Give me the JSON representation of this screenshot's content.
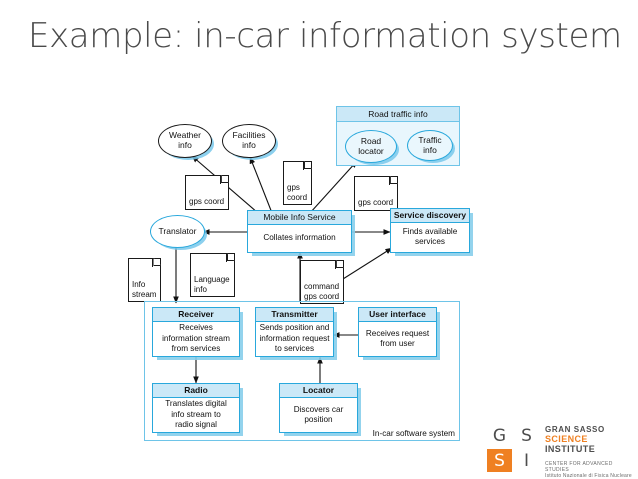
{
  "slide": {
    "title": "Example: in-car information system"
  },
  "diagram": {
    "external_services": [
      {
        "id": "weather",
        "label": "Weather\ninfo"
      },
      {
        "id": "facilities",
        "label": "Facilities\ninfo"
      }
    ],
    "road_traffic_group": {
      "title": "Road traffic info",
      "nodes": [
        {
          "id": "road-locator",
          "label": "Road\nlocator"
        },
        {
          "id": "traffic-info",
          "label": "Traffic\ninfo"
        }
      ]
    },
    "translator": {
      "label": "Translator"
    },
    "mobile_info_service": {
      "header": "Mobile Info Service",
      "body": "Collates information"
    },
    "service_discovery": {
      "header": "Service discovery",
      "body": "Finds available\nservices"
    },
    "in_car_system": {
      "label": "In-car software system",
      "components": [
        {
          "id": "receiver",
          "header": "Receiver",
          "body": "Receives\ninformation stream\nfrom services"
        },
        {
          "id": "transmitter",
          "header": "Transmitter",
          "body": "Sends position and\ninformation request\nto services"
        },
        {
          "id": "user-interface",
          "header": "User interface",
          "body": "Receives request\nfrom user"
        },
        {
          "id": "radio",
          "header": "Radio",
          "body": "Translates digital\ninfo stream to\nradio signal"
        },
        {
          "id": "locator",
          "header": "Locator",
          "body": "Discovers car\nposition"
        }
      ]
    },
    "notes": [
      {
        "id": "gps-coord-weather",
        "text": "gps coord"
      },
      {
        "id": "gps-coord-facilities",
        "text": "gps\ncoord"
      },
      {
        "id": "gps-coord-road",
        "text": "gps coord"
      },
      {
        "id": "info-stream",
        "text": "Info\nstream"
      },
      {
        "id": "language-info",
        "text": "Language\ninfo"
      },
      {
        "id": "command-gps-coord",
        "text": "command\ngps coord"
      }
    ]
  },
  "logo": {
    "letters": [
      "G",
      "S",
      "S",
      "I"
    ],
    "line1": "GRAN SASSO",
    "line2_science": "SCIENCE",
    "line2_institute": " INSTITUTE",
    "line3": "CENTER FOR ADVANCED STUDIES",
    "line4": "Istituto Nazionale di Fisica Nucleare"
  },
  "colors": {
    "accent_blue": "#29a8dc",
    "header_fill": "#cbe8f7",
    "group_tint": "#e8f6fd",
    "logo_orange": "#ef8022",
    "title_gray": "#4a4a4a"
  }
}
